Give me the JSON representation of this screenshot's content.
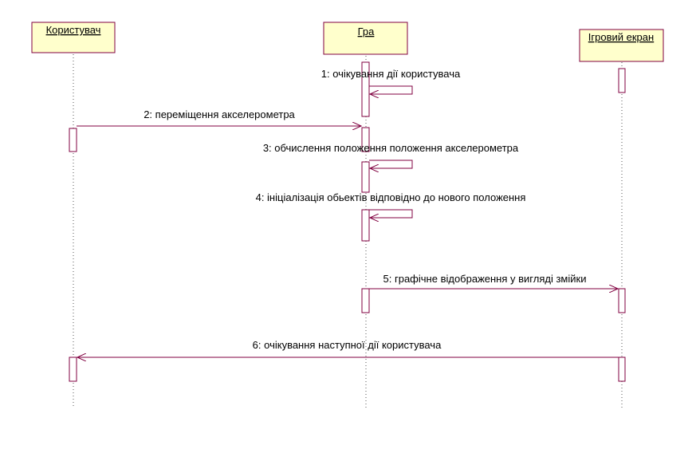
{
  "colors": {
    "border": "#800040",
    "box_fill": "#ffffcc",
    "lifeline": "#555555"
  },
  "participants": [
    {
      "name": "Користувач"
    },
    {
      "name": "Гра"
    },
    {
      "name": "Ігровий екран"
    }
  ],
  "messages": [
    {
      "label": "1: очікування дії користувача",
      "from": "Гра",
      "to": "Гра"
    },
    {
      "label": "2: переміщення акселерометра",
      "from": "Користувач",
      "to": "Гра"
    },
    {
      "label": "3: обчислення положення положення акселерометра",
      "from": "Гра",
      "to": "Гра"
    },
    {
      "label": "4: ініціалізація обьектів відповідно до нового положення",
      "from": "Гра",
      "to": "Гра"
    },
    {
      "label": "5: графічне відображення у вигляді змійки",
      "from": "Гра",
      "to": "Ігровий екран"
    },
    {
      "label": "6: очікування наступної дії користувача",
      "from": "Ігровий екран",
      "to": "Користувач"
    }
  ]
}
